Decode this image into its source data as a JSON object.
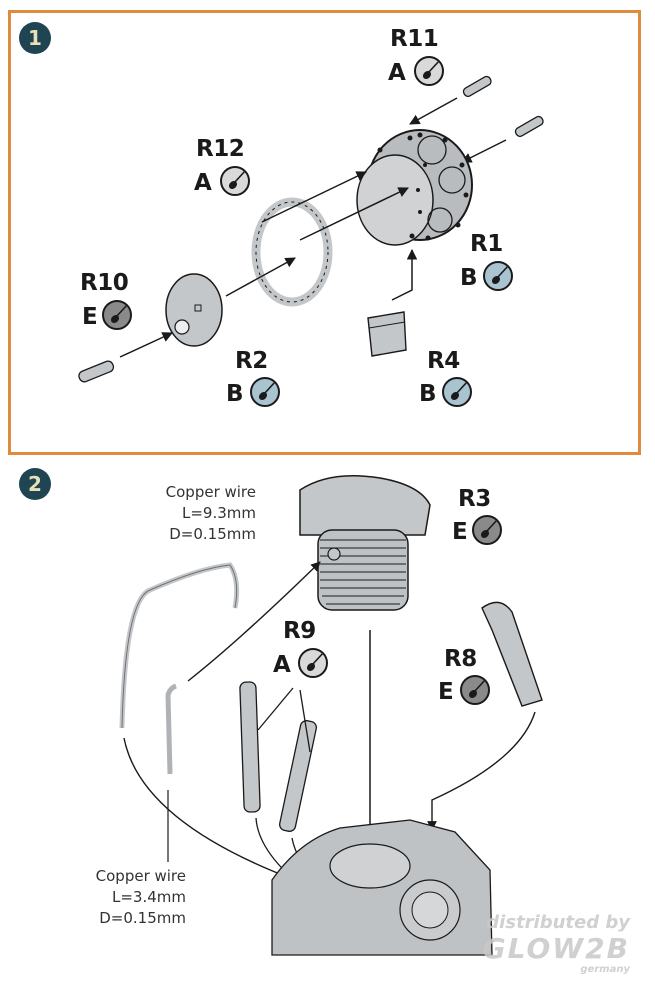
{
  "steps": [
    {
      "number": "1",
      "callouts": [
        {
          "part": "R11",
          "paint": "A",
          "paint_color": "#d9d9d9"
        },
        {
          "part": "R12",
          "paint": "A",
          "paint_color": "#d9d9d9"
        },
        {
          "part": "R10",
          "paint": "E",
          "paint_color": "#8a8a8a"
        },
        {
          "part": "R1",
          "paint": "B",
          "paint_color": "#a9c3d1"
        },
        {
          "part": "R2",
          "paint": "B",
          "paint_color": "#a9c3d1"
        },
        {
          "part": "R4",
          "paint": "B",
          "paint_color": "#a9c3d1"
        }
      ]
    },
    {
      "number": "2",
      "callouts": [
        {
          "part": "R3",
          "paint": "E",
          "paint_color": "#8a8a8a"
        },
        {
          "part": "R9",
          "paint": "A",
          "paint_color": "#d9d9d9"
        },
        {
          "part": "R8",
          "paint": "E",
          "paint_color": "#8a8a8a"
        }
      ],
      "notes": [
        {
          "lines": [
            "Copper wire",
            "L=9.3mm",
            "D=0.15mm"
          ]
        },
        {
          "lines": [
            "Copper wire",
            "L=3.4mm",
            "D=0.15mm"
          ]
        }
      ]
    }
  ],
  "watermark": {
    "line1": "distributed by",
    "line2": "GLOW2B",
    "line3": "germany"
  },
  "colors": {
    "border": "#e08a3c",
    "badge": "#1f4452",
    "part_fill": "#c4c7ca",
    "line": "#1a1a1a"
  }
}
